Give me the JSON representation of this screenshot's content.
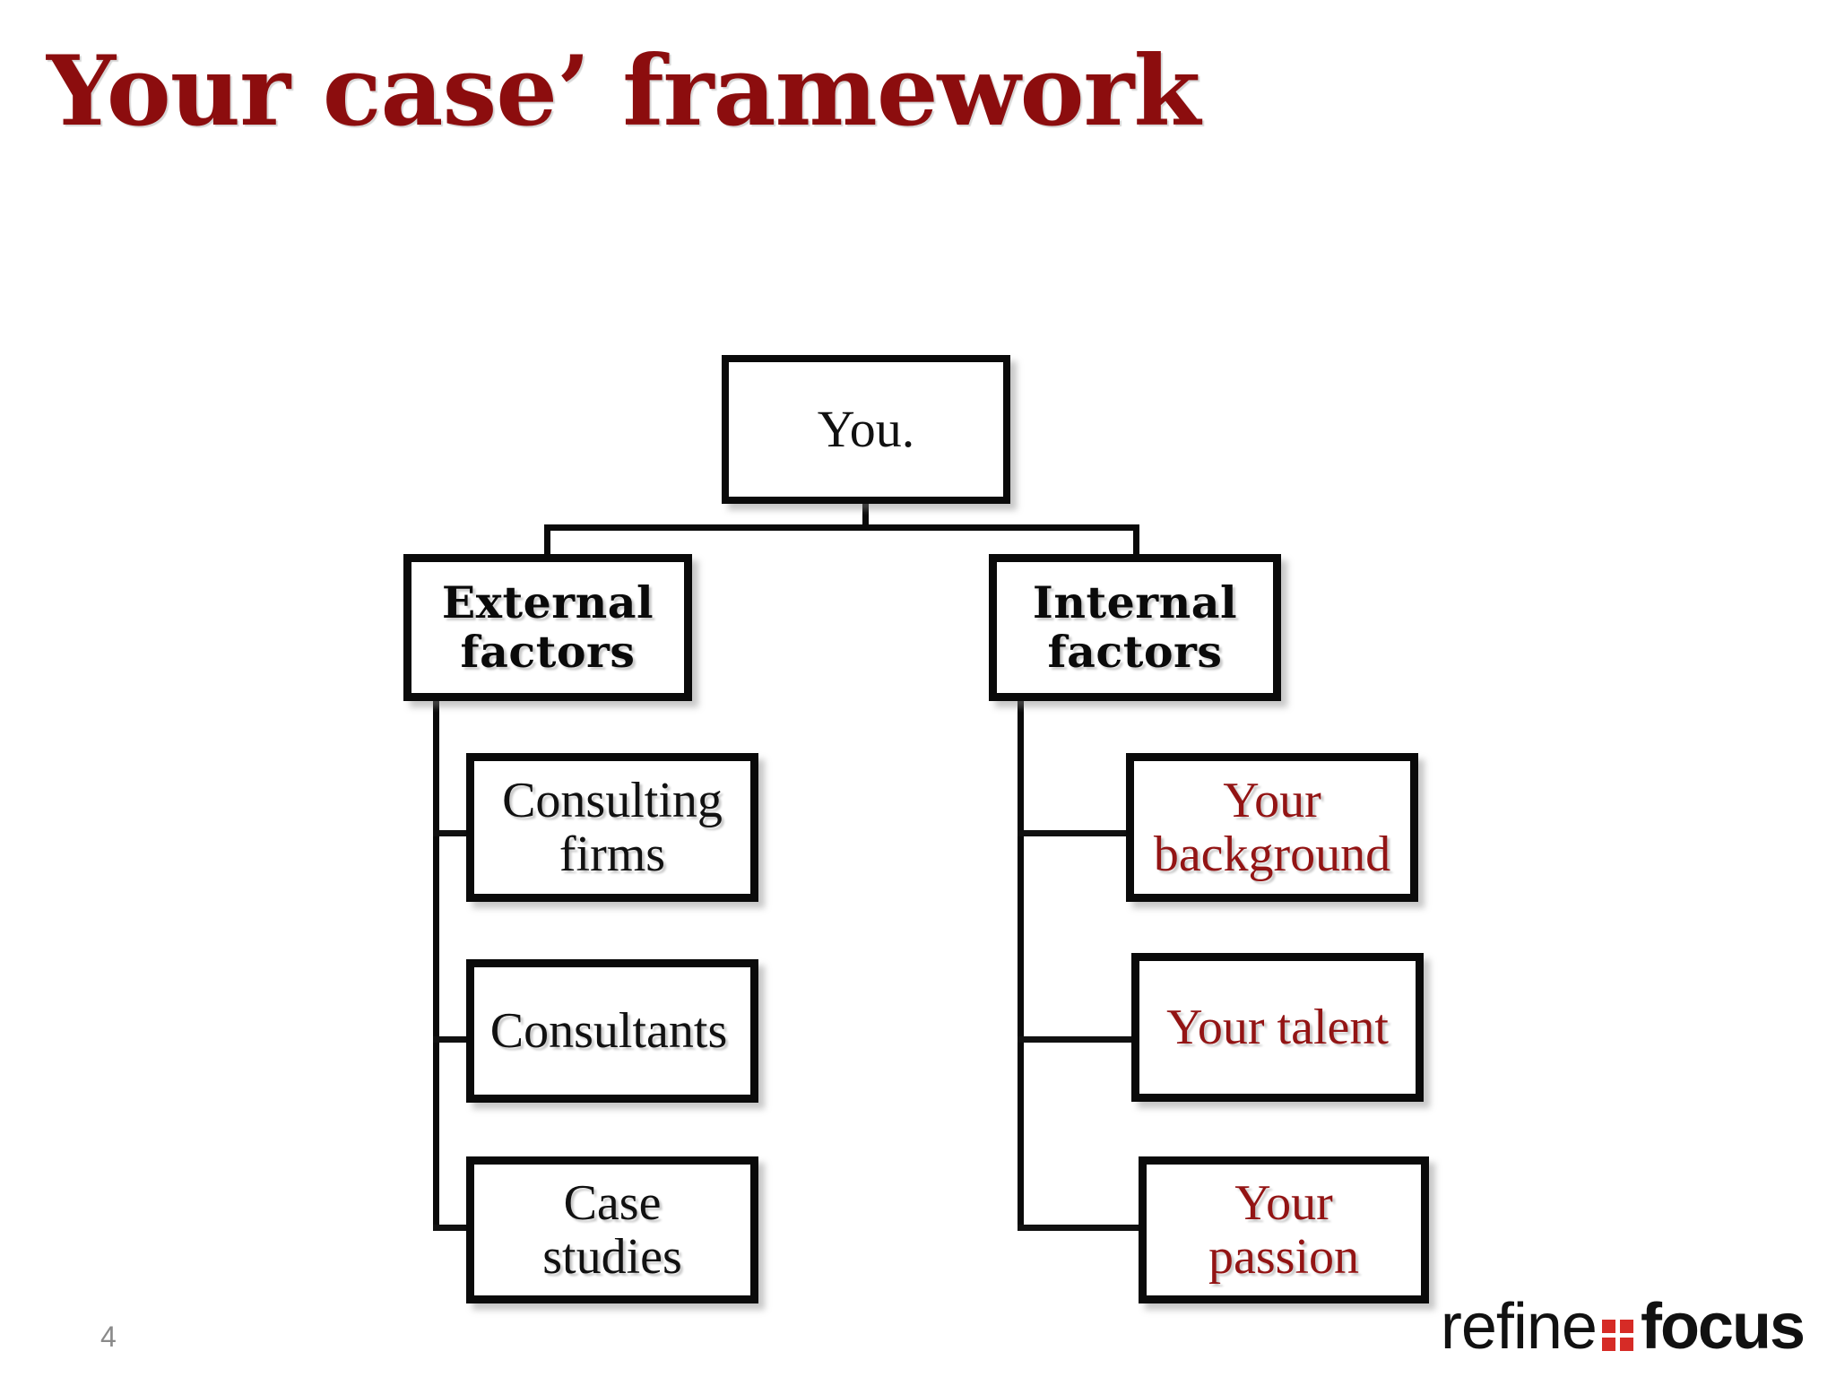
{
  "slide": {
    "title": "Your case’ framework",
    "page_number": "4",
    "title_color": "#8C0D0E"
  },
  "diagram": {
    "type": "org-tree",
    "root": {
      "label": "You."
    },
    "branches": [
      {
        "id": "external",
        "label": "External factors",
        "label_line1": "External",
        "label_line2": "factors",
        "color": "#0a0a0a",
        "children": [
          {
            "id": "consulting-firms",
            "label": "Consulting firms",
            "line1": "Consulting",
            "line2": "firms",
            "color": "#111111"
          },
          {
            "id": "consultants",
            "label": "Consultants",
            "line1": "Consultants",
            "line2": "",
            "color": "#111111"
          },
          {
            "id": "case-studies",
            "label": "Case studies",
            "line1": "Case",
            "line2": "studies",
            "color": "#111111"
          }
        ]
      },
      {
        "id": "internal",
        "label": "Internal factors",
        "label_line1": "Internal",
        "label_line2": "factors",
        "color": "#0a0a0a",
        "children": [
          {
            "id": "your-background",
            "label": "Your background",
            "line1": "Your",
            "line2": "background",
            "color": "#931414"
          },
          {
            "id": "your-talent",
            "label": "Your talent",
            "line1": "Your talent",
            "line2": "",
            "color": "#931414"
          },
          {
            "id": "your-passion",
            "label": "Your passion",
            "line1": "Your",
            "line2": "passion",
            "color": "#931414"
          }
        ]
      }
    ]
  },
  "logo": {
    "word_left": "refine",
    "word_right": "focus",
    "mark": "four-square-grid-icon",
    "mark_color": "#D62B26"
  }
}
